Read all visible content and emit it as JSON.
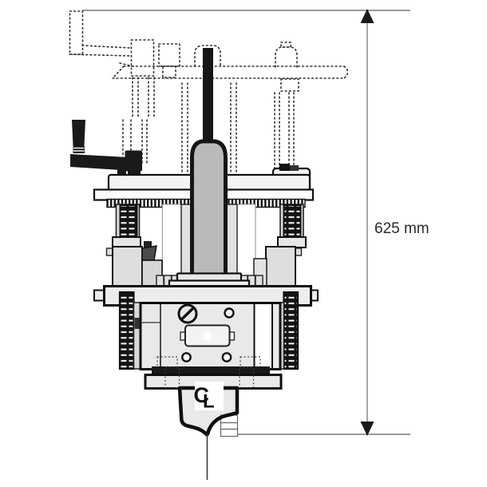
{
  "diagram": {
    "dimension": {
      "label": "625 mm",
      "value": 625,
      "unit": "mm"
    },
    "centerline": {
      "c": "C",
      "l": "L"
    }
  },
  "colors": {
    "background": "#ffffff",
    "outline": "#1a1a1a",
    "body_fill": "#e9e9e9",
    "column_fill": "#bababa",
    "handle_fill": "#1a1a1a",
    "dimension_line": "#999999",
    "dimension_text": "#2b2b2b",
    "phantom_outline": "#333333"
  }
}
